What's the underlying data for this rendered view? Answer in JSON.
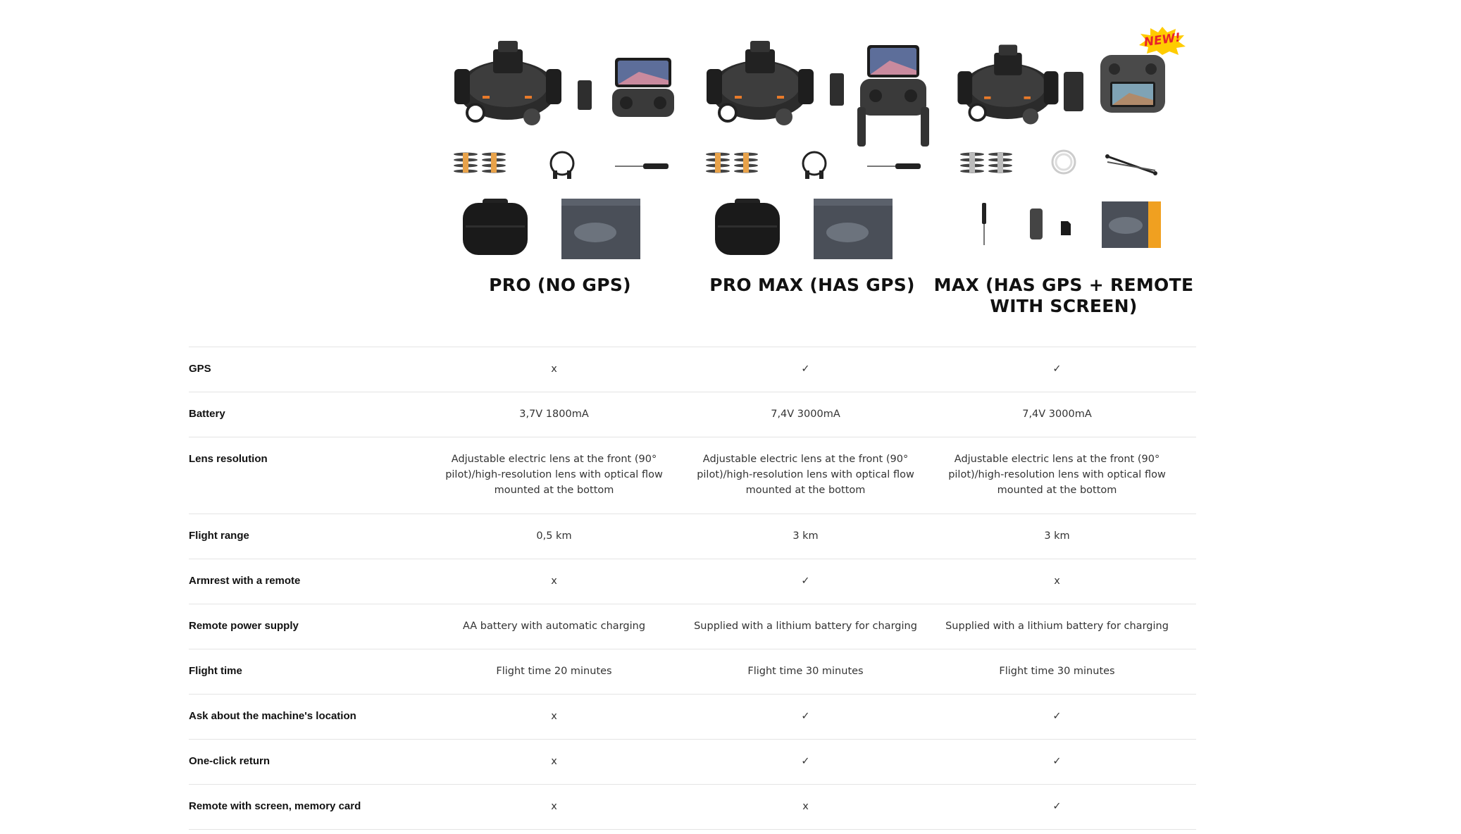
{
  "products": [
    {
      "name": "PRO (NO GPS)",
      "badge": ""
    },
    {
      "name": "PRO MAX (HAS GPS)",
      "badge": ""
    },
    {
      "name": "MAX (HAS GPS + REMOTE WITH SCREEN)",
      "badge": "NEW!"
    }
  ],
  "colors": {
    "accent_badge": "#e8222a",
    "badge_burst": "#ffcc00",
    "divider": "#e4e4e4"
  },
  "rows": [
    {
      "label": "GPS",
      "values": [
        "x",
        "✓",
        "✓"
      ]
    },
    {
      "label": "Battery",
      "values": [
        "3,7V 1800mA",
        "7,4V 3000mA",
        "7,4V 3000mA"
      ]
    },
    {
      "label": "Lens resolution",
      "values": [
        "Adjustable electric lens at the front (90° pilot)/high-resolution lens with optical flow mounted at the bottom",
        "Adjustable electric lens at the front (90° pilot)/high-resolution lens with optical flow mounted at the bottom",
        "Adjustable electric lens at the front (90° pilot)/high-resolution lens with optical flow mounted at the bottom"
      ]
    },
    {
      "label": "Flight range",
      "values": [
        "0,5 km",
        "3 km",
        "3 km"
      ]
    },
    {
      "label": "Armrest with a remote",
      "values": [
        "x",
        "✓",
        "x"
      ]
    },
    {
      "label": "Remote power supply",
      "values": [
        "AA battery with automatic charging",
        "Supplied with a lithium battery for charging",
        "Supplied with a lithium battery for charging"
      ]
    },
    {
      "label": "Flight time",
      "values": [
        "Flight time 20 minutes",
        "Flight time 30 minutes",
        "Flight time 30 minutes"
      ]
    },
    {
      "label": "Ask about the machine's location",
      "values": [
        "x",
        "✓",
        "✓"
      ]
    },
    {
      "label": "One-click return",
      "values": [
        "x",
        "✓",
        "✓"
      ]
    },
    {
      "label": "Remote with screen, memory card",
      "values": [
        "x",
        "x",
        "✓"
      ]
    }
  ]
}
